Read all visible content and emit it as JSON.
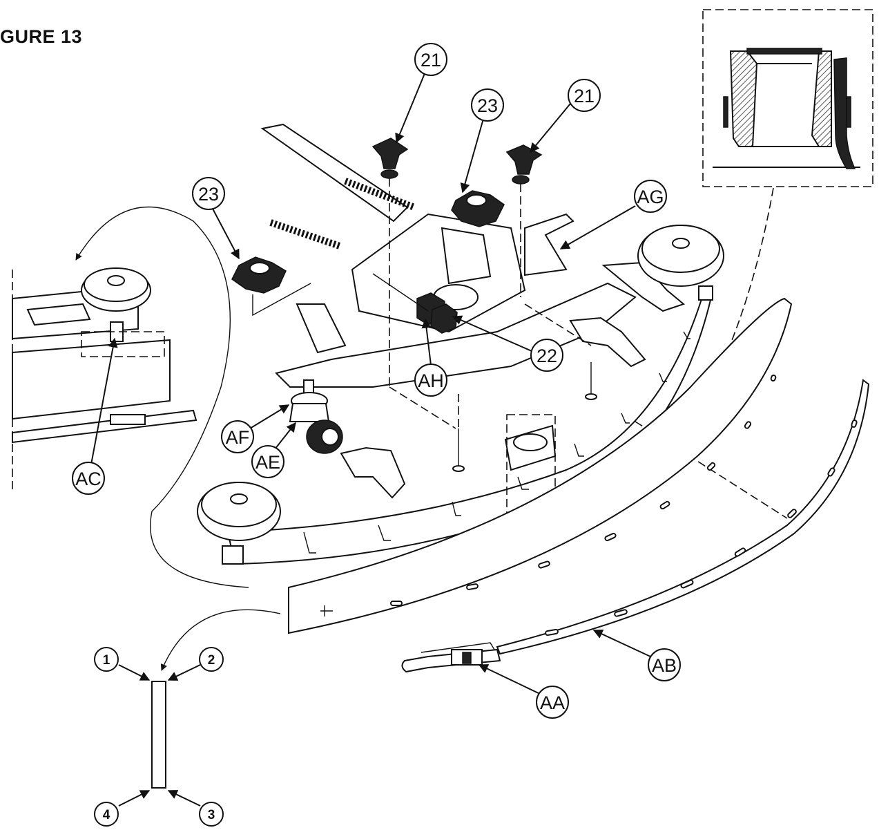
{
  "figure": {
    "title": "GURE 13"
  },
  "callouts": [
    {
      "id": "c21a",
      "label": "21"
    },
    {
      "id": "c23a",
      "label": "23"
    },
    {
      "id": "c21b",
      "label": "21"
    },
    {
      "id": "c23b",
      "label": "23"
    },
    {
      "id": "cAG",
      "label": "AG"
    },
    {
      "id": "c22",
      "label": "22"
    },
    {
      "id": "cAH",
      "label": "AH"
    },
    {
      "id": "cAF",
      "label": "AF"
    },
    {
      "id": "cAE",
      "label": "AE"
    },
    {
      "id": "cAC",
      "label": "AC"
    },
    {
      "id": "cAB",
      "label": "AB"
    },
    {
      "id": "cAA",
      "label": "AA"
    }
  ],
  "edge_labels": [
    {
      "id": "e1",
      "label": "1"
    },
    {
      "id": "e2",
      "label": "2"
    },
    {
      "id": "e3",
      "label": "3"
    },
    {
      "id": "e4",
      "label": "4"
    }
  ],
  "colors": {
    "line": "#111111",
    "background": "#ffffff",
    "hatch": "#555555"
  }
}
